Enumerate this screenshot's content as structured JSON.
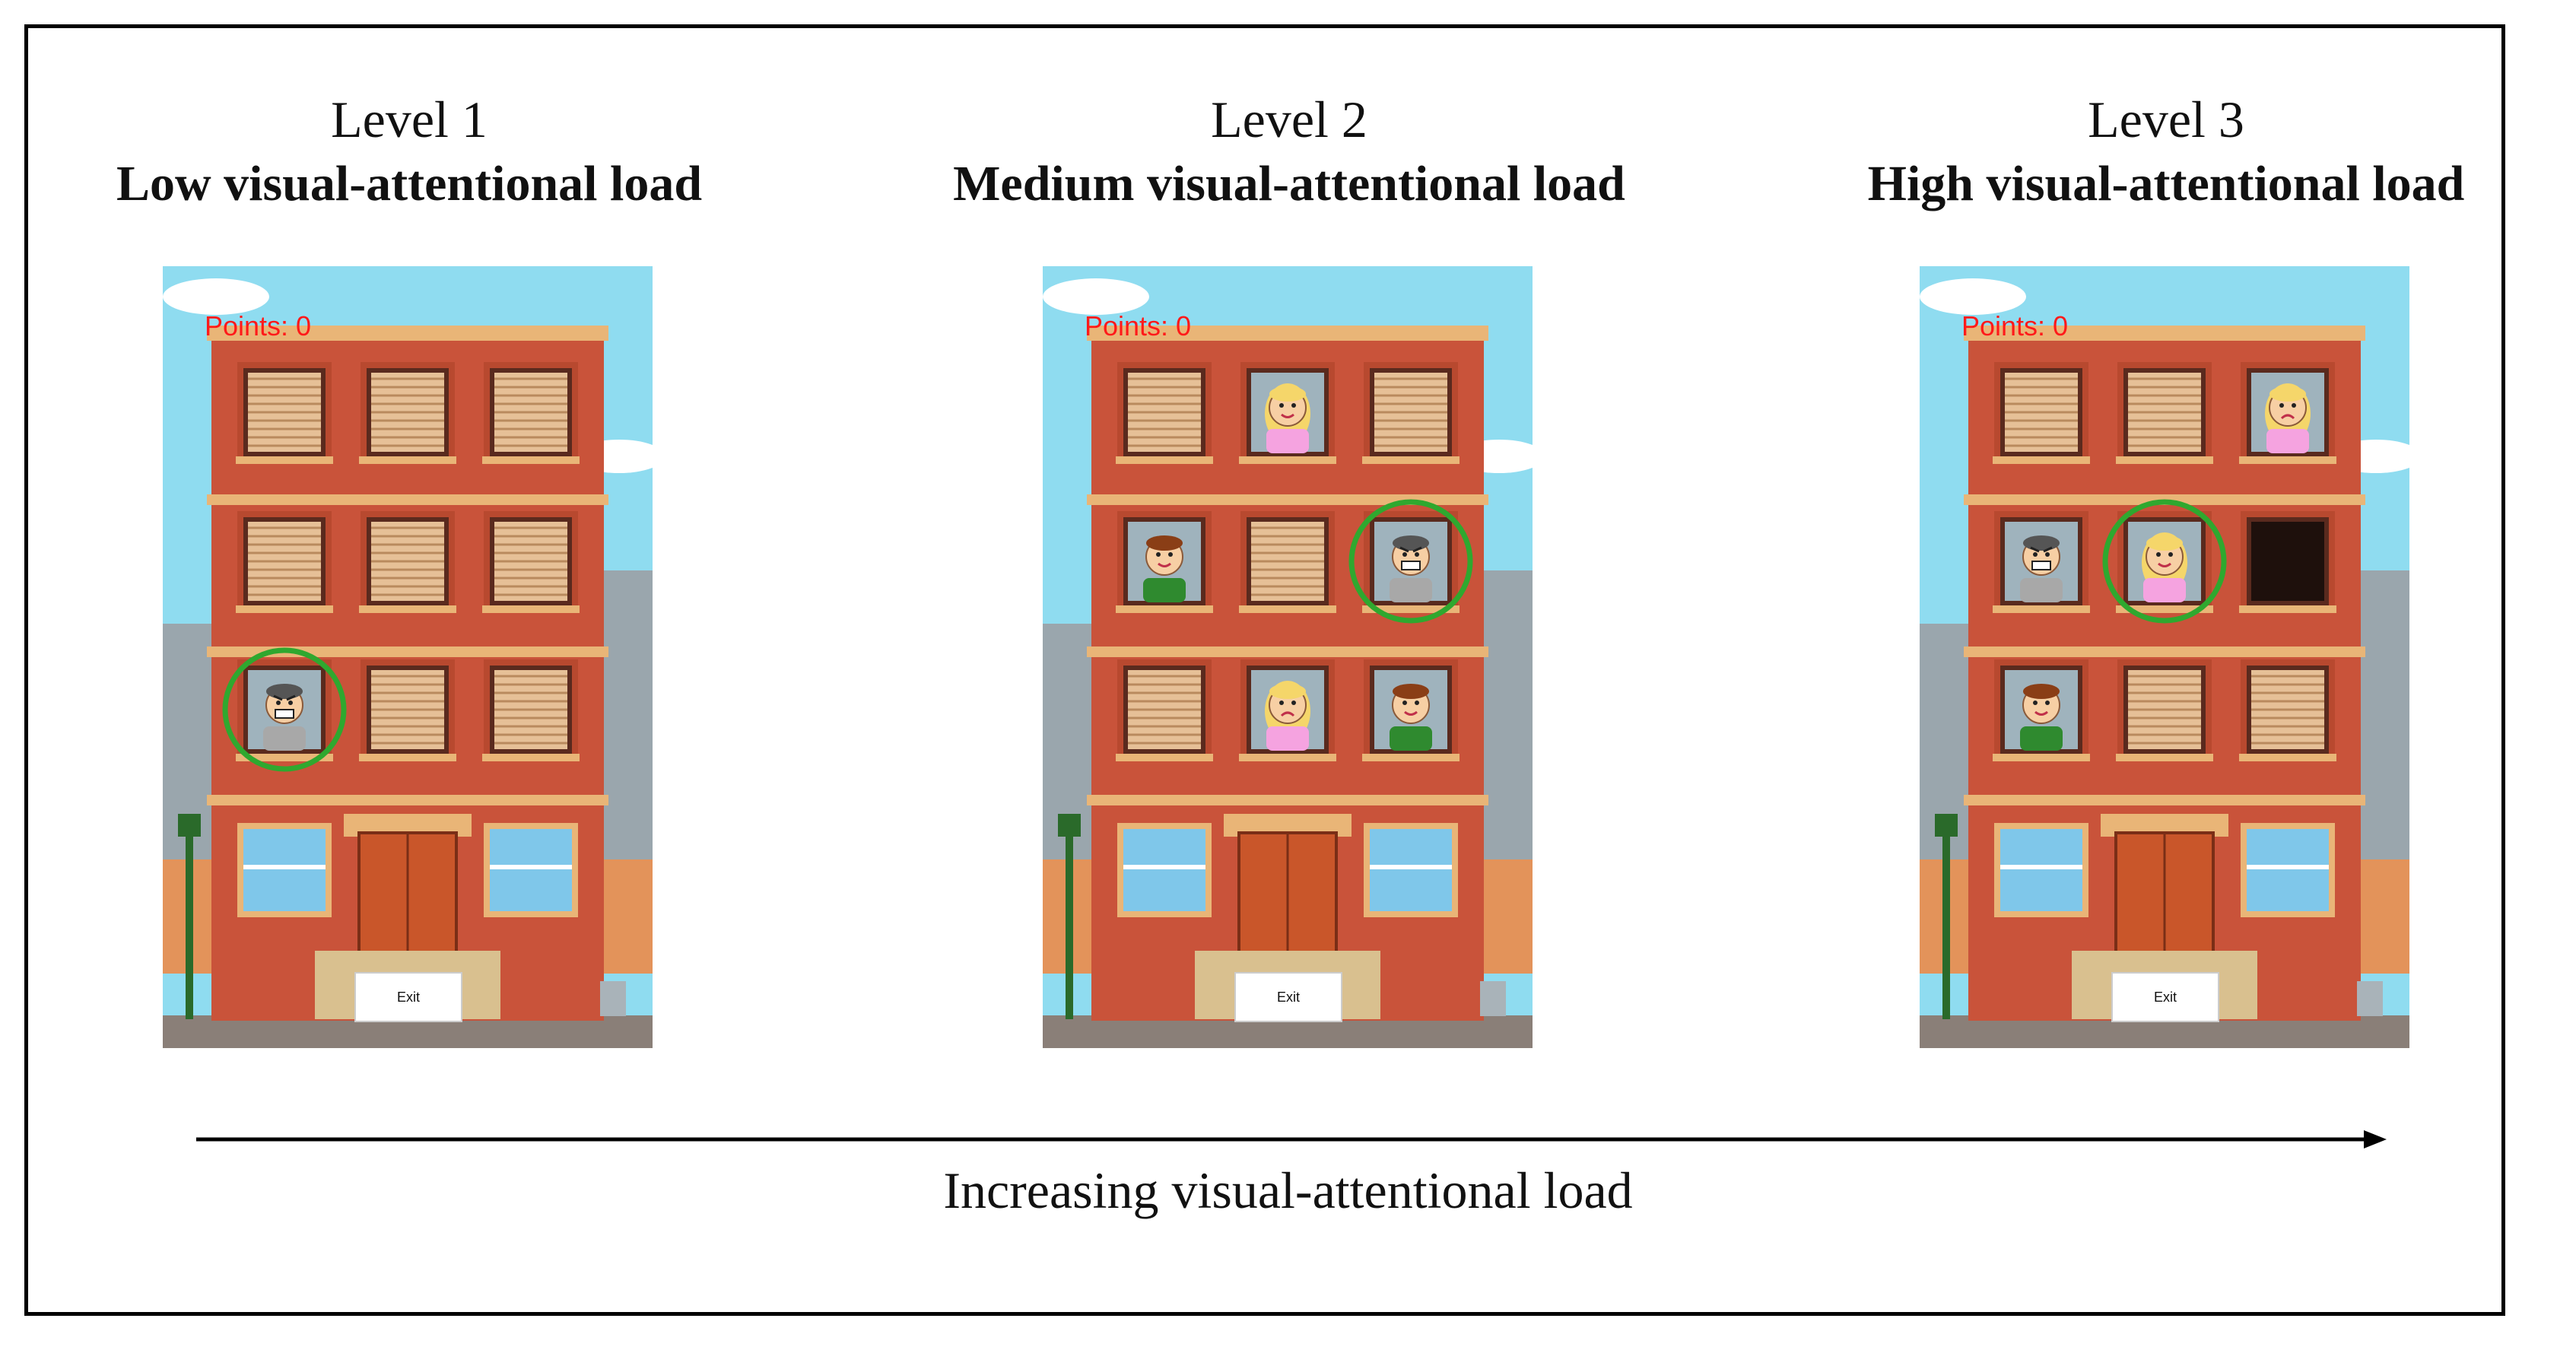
{
  "levels": [
    {
      "level_label": "Level 1",
      "load_label": "Low visual-attentional load",
      "points_text": "Points: 0",
      "exit_label": "Exit",
      "windows": [
        [
          "shutter",
          "shutter",
          "shutter"
        ],
        [
          "shutter",
          "shutter",
          "shutter"
        ],
        [
          "angry-man",
          "shutter",
          "shutter"
        ]
      ],
      "target": [
        2,
        0
      ]
    },
    {
      "level_label": "Level 2",
      "load_label": "Medium visual-attentional load",
      "points_text": "Points: 0",
      "exit_label": "Exit",
      "windows": [
        [
          "shutter",
          "woman",
          "shutter"
        ],
        [
          "green-man",
          "shutter",
          "angry-man"
        ],
        [
          "shutter",
          "sad-woman",
          "green-man"
        ]
      ],
      "target": [
        1,
        2
      ]
    },
    {
      "level_label": "Level 3",
      "load_label": "High visual-attentional load",
      "points_text": "Points: 0",
      "exit_label": "Exit",
      "windows": [
        [
          "shutter",
          "shutter",
          "sad-woman"
        ],
        [
          "angry-man",
          "woman",
          "dark"
        ],
        [
          "green-man",
          "shutter",
          "shutter"
        ]
      ],
      "target": [
        1,
        1
      ]
    }
  ],
  "axis": {
    "label": "Increasing visual-attentional load"
  },
  "colors": {
    "sky": "#8fdcf0",
    "brick": "#c9533a",
    "ledge": "#e9b577",
    "shutter": "#e6c097",
    "target_ring": "#2fa82f",
    "points_text": "#ff1a1a"
  }
}
